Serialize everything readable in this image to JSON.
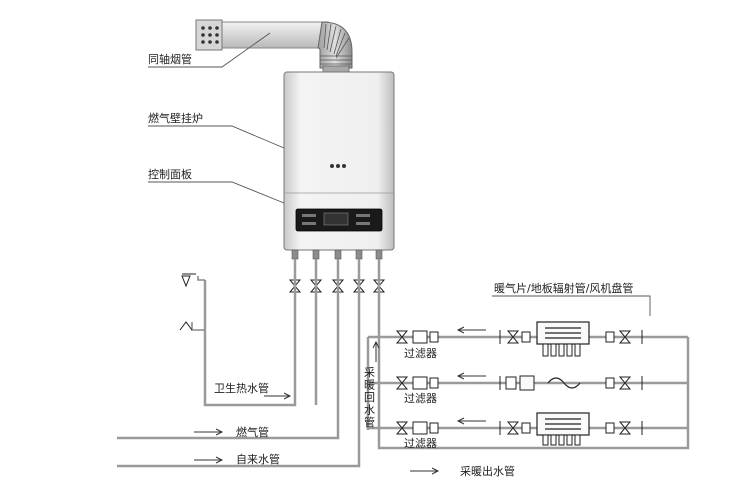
{
  "labels": {
    "coaxial_flue": "同轴烟管",
    "boiler": "燃气壁挂炉",
    "control_panel": "控制面板",
    "radiators": "暖气片/地板辐射管/风机盘管",
    "filter_1": "过滤器",
    "filter_2": "过滤器",
    "filter_3": "过滤器",
    "heating_return": "采暖回水管",
    "hot_water": "卫生热水管",
    "gas": "燃气管",
    "tap_water": "自来水管",
    "heating_supply": "采暖出水管"
  }
}
